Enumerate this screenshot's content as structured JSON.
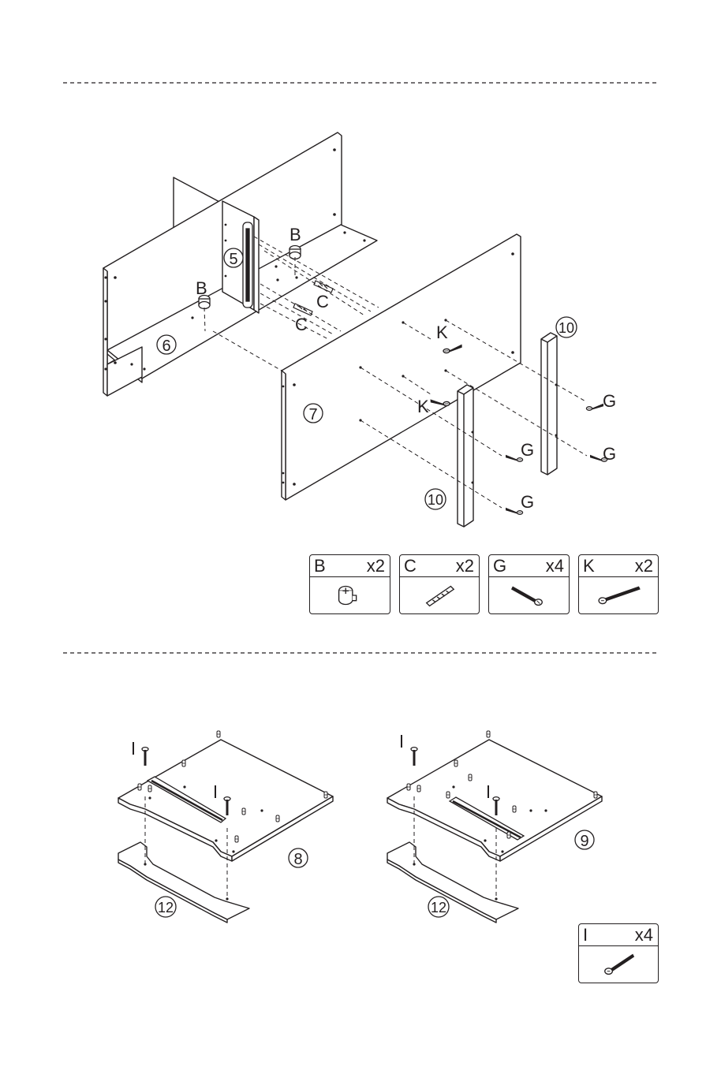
{
  "parts": {
    "p5": "5",
    "p6": "6",
    "p7": "7",
    "p8": "8",
    "p9": "9",
    "p10": "10",
    "p12": "12"
  },
  "callouts": {
    "B": "B",
    "C": "C",
    "G": "G",
    "K": "K",
    "I": "I"
  },
  "hardware": [
    {
      "letter": "B",
      "qty": "x2",
      "icon": "cam-lock-icon"
    },
    {
      "letter": "C",
      "qty": "x2",
      "icon": "wood-dowel-icon"
    },
    {
      "letter": "G",
      "qty": "x4",
      "icon": "short-screw-icon"
    },
    {
      "letter": "K",
      "qty": "x2",
      "icon": "long-screw-icon"
    },
    {
      "letter": "I",
      "qty": "x4",
      "icon": "screw-icon"
    }
  ],
  "colors": {
    "ink": "#231f20",
    "paper": "#ffffff"
  }
}
